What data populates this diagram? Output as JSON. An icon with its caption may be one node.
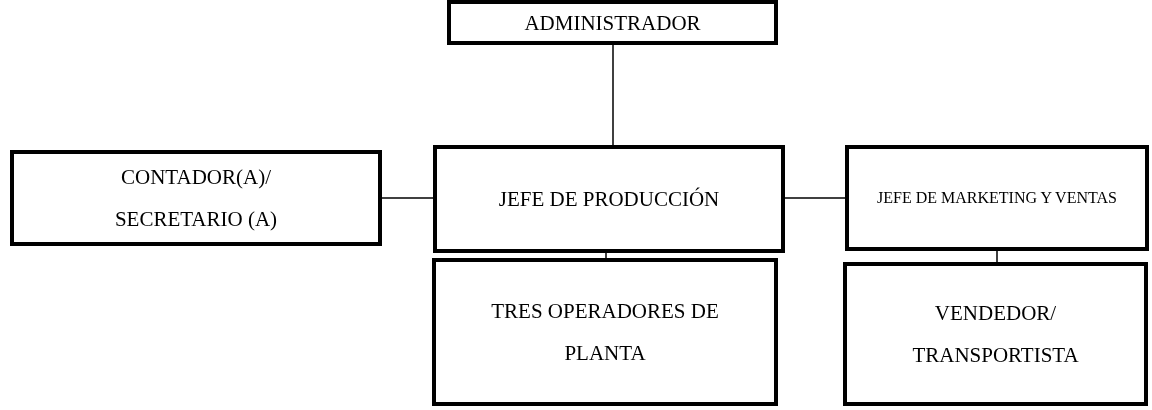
{
  "diagram": {
    "nodes": [
      {
        "text": [
          "ADMINISTRADOR"
        ]
      },
      {
        "text": [
          "CONTADOR(A)/ SECRETARIO (A)"
        ]
      },
      {
        "text": [
          "JEFE DE PRODUCCIÓN"
        ]
      },
      {
        "text": [
          "JEFE DE MARKETING Y VENTAS"
        ]
      },
      {
        "text": [
          "TRES OPERADORES DE PLANTA"
        ]
      },
      {
        "text": [
          "VENDEDOR/ TRANSPORTISTA"
        ]
      }
    ],
    "edges": [
      {
        "from": 0,
        "to": 2,
        "arrow": "none"
      },
      {
        "from": 2,
        "to": 1,
        "arrow": "none"
      },
      {
        "from": 2,
        "to": 3,
        "arrow": "none"
      },
      {
        "from": 2,
        "to": 4,
        "arrow": "none"
      },
      {
        "from": 3,
        "to": 5,
        "arrow": "none"
      }
    ]
  }
}
